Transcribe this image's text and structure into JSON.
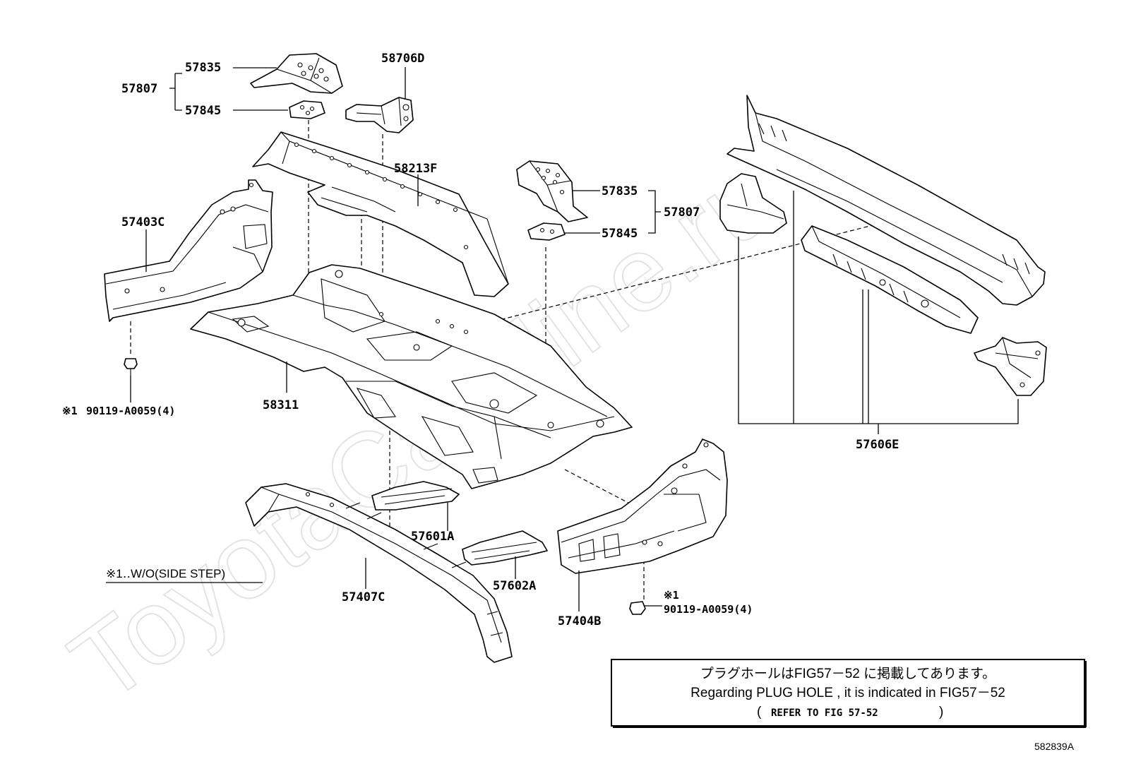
{
  "watermark": "ToyotaCarMine.ru",
  "figure_code": "582839A",
  "legend_note": "※1‥W/O(SIDE STEP)",
  "callouts": {
    "group_a": "57807",
    "group_a_1": "57835",
    "group_a_2": "57845",
    "bracket_58706D": "58706D",
    "rail_58213F": "58213F",
    "group_b": "57807",
    "group_b_1": "57835",
    "group_b_2": "57845",
    "rear_57606E": "57606E",
    "side_57403C": "57403C",
    "floor_58311": "58311",
    "bolt_left_mark": "※1",
    "bolt_left_code": "90119-A0059(4)",
    "member_57601A": "57601A",
    "member_57602A": "57602A",
    "sill_57407C": "57407C",
    "side_57404B": "57404B",
    "bolt_right_mark": "※1",
    "bolt_right_code": "90119-A0059(4)"
  },
  "note_box": {
    "line_jp": "プラグホールはFIG57－52 に掲載してあります。",
    "line_en": "Regarding  PLUG  HOLE  , it  is  indicated  in  FIG57－52",
    "line_ref_open": "(",
    "line_ref": "REFER TO FIG 57-52",
    "line_ref_close": ")"
  }
}
